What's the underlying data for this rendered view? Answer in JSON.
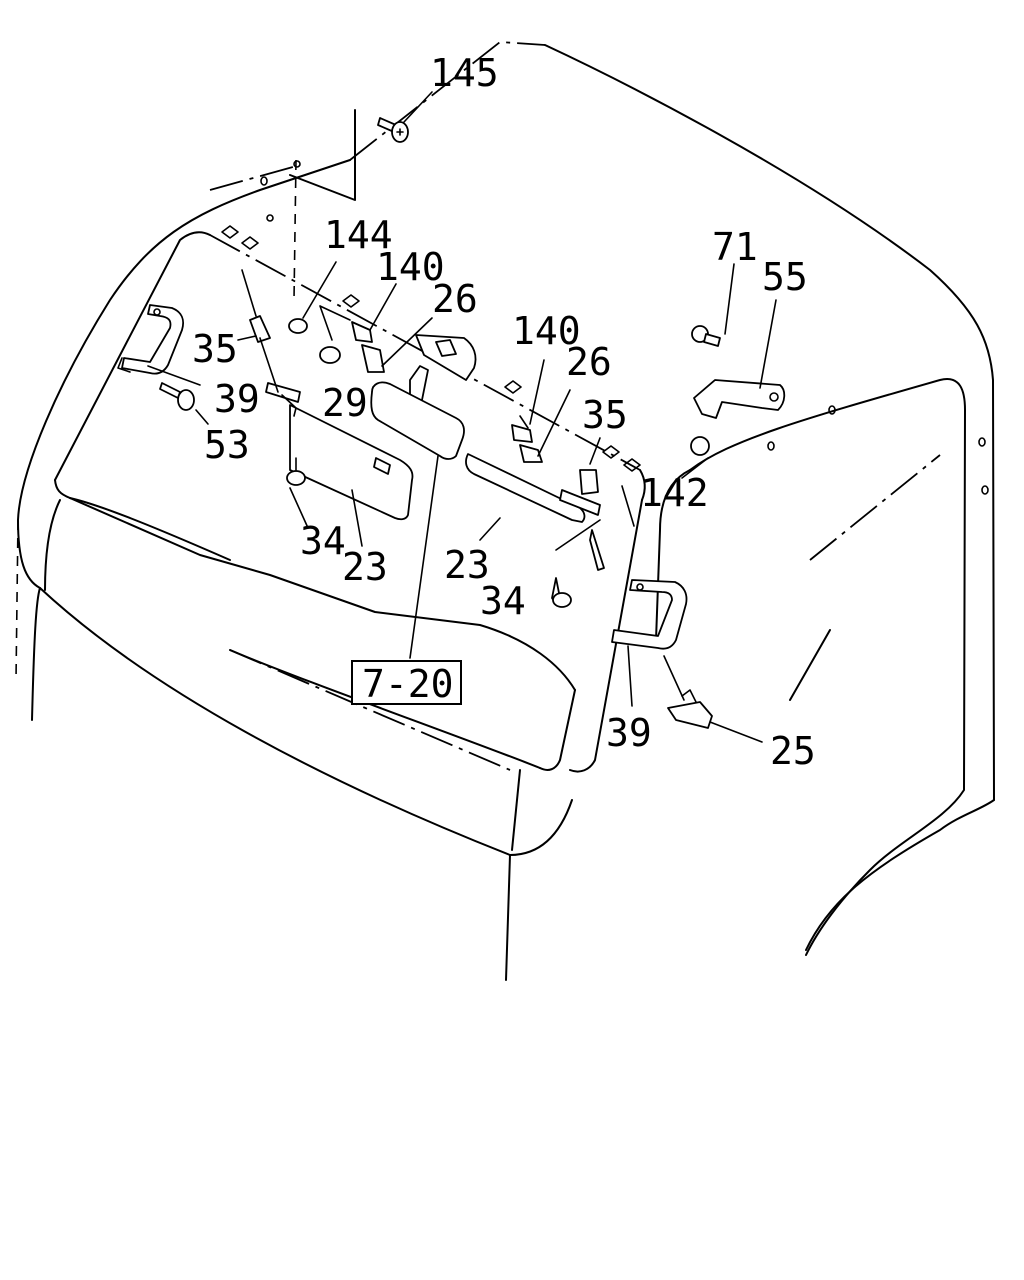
{
  "callouts": [
    {
      "id": "c145",
      "text": "145"
    },
    {
      "id": "c144",
      "text": "144"
    },
    {
      "id": "c140a",
      "text": "140"
    },
    {
      "id": "c26a",
      "text": "26"
    },
    {
      "id": "c71",
      "text": "71"
    },
    {
      "id": "c55",
      "text": "55"
    },
    {
      "id": "c35a",
      "text": "35"
    },
    {
      "id": "c39a",
      "text": "39"
    },
    {
      "id": "c29",
      "text": "29"
    },
    {
      "id": "c140b",
      "text": "140"
    },
    {
      "id": "c26b",
      "text": "26"
    },
    {
      "id": "c35b",
      "text": "35"
    },
    {
      "id": "c53",
      "text": "53"
    },
    {
      "id": "c142",
      "text": "142"
    },
    {
      "id": "c34a",
      "text": "34"
    },
    {
      "id": "c23a",
      "text": "23"
    },
    {
      "id": "c23b",
      "text": "23"
    },
    {
      "id": "c34b",
      "text": "34"
    },
    {
      "id": "c39b",
      "text": "39"
    },
    {
      "id": "c25",
      "text": "25"
    }
  ],
  "reference": {
    "text": "7-20"
  }
}
